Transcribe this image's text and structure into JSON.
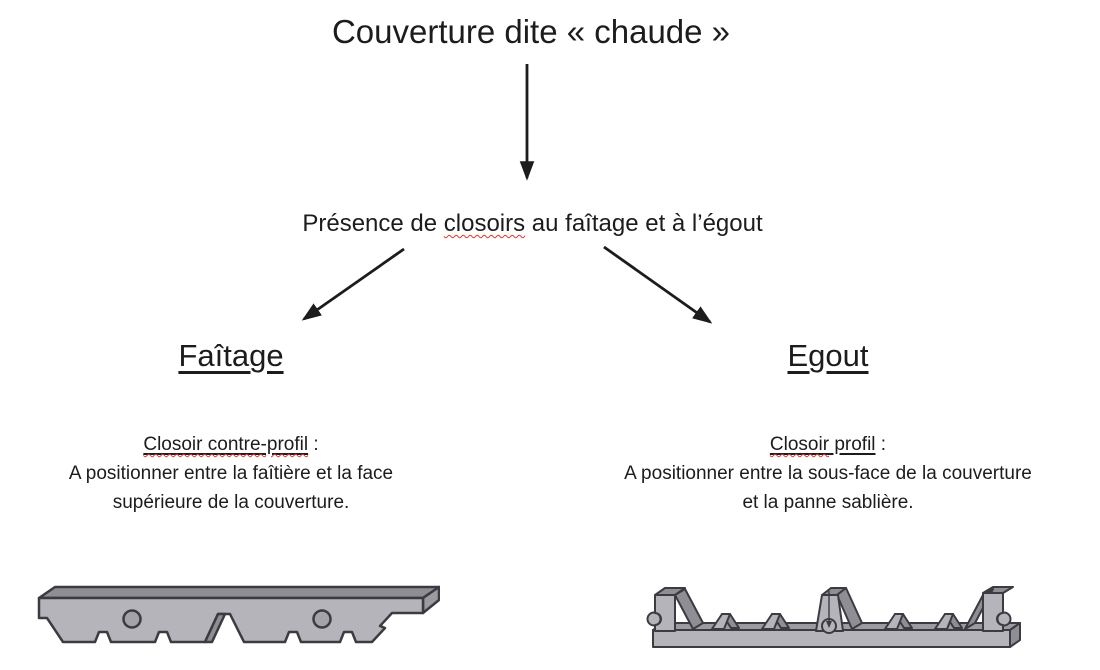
{
  "title": "Couverture dite « chaude »",
  "subtitle": {
    "pre": "Présence de ",
    "word_flagged": "closoirs",
    "post": " au faîtage et à l’égout"
  },
  "faitage": {
    "heading": "Faîtage",
    "label": "Closoir contre-profil",
    "label_suffix": " :",
    "line1": "A positionner entre la faîtière et la face",
    "line2": "supérieure de la couverture."
  },
  "egout": {
    "heading": "Egout",
    "label_flagged": "Closoir",
    "label_rest": " profil",
    "label_suffix": " :",
    "line1": "A positionner entre la sous-face de la couverture",
    "line2": "et la panne sablière."
  },
  "icons": {
    "arrow_down": "arrow-down",
    "arrow_left_branch": "arrow-to-faitage",
    "arrow_right_branch": "arrow-to-egout"
  },
  "colors": {
    "text": "#1c1c1c",
    "spellcheck_underline": "#e0332b",
    "illustration_fill": "#b4b4ba",
    "illustration_shade": "#8e8e94",
    "illustration_mid": "#9b9ba1",
    "illustration_outline": "#3b3b41"
  }
}
